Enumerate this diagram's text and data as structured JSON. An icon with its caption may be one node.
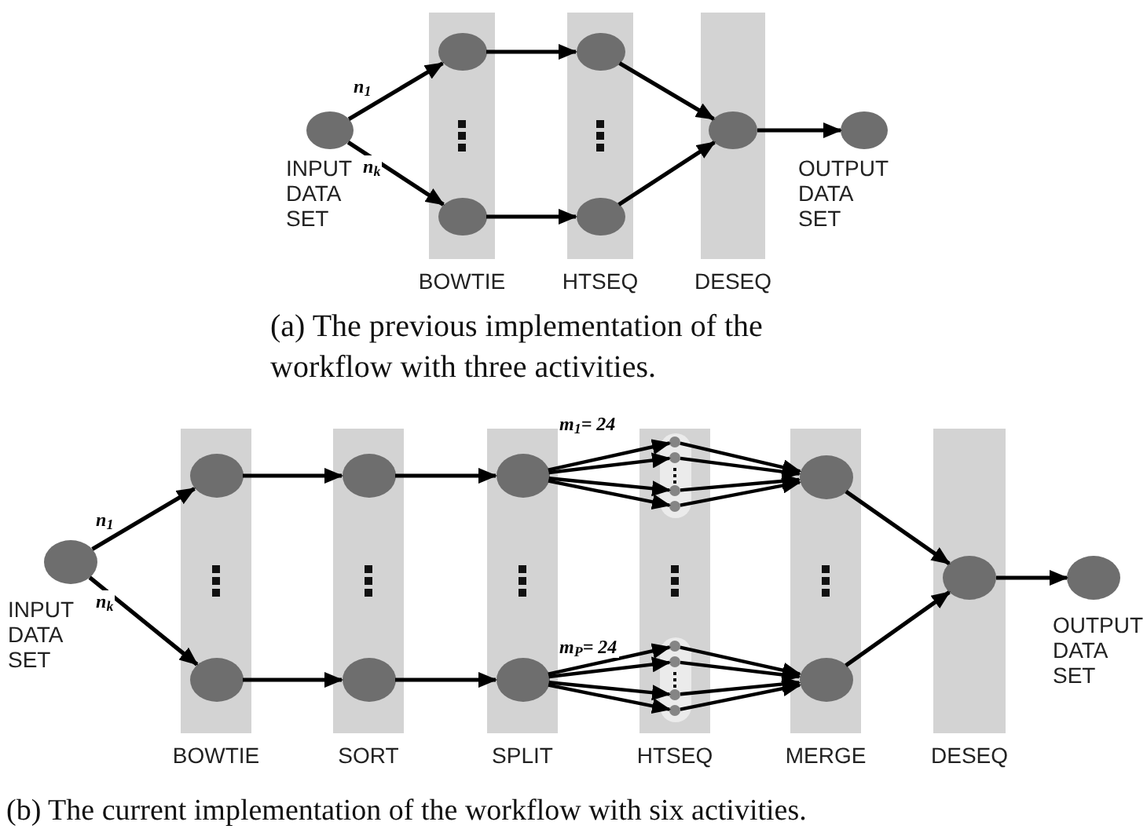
{
  "diagram": {
    "nodes": [
      {
        "text": [],
        "shape": "circle",
        "beside": [
          "INPUT DATA SET"
        ]
      },
      {
        "text": [
          "BOWTIE"
        ]
      },
      {
        "text": [],
        "shape": "circle",
        "in": 1
      },
      {
        "text": [],
        "shape": "circle",
        "in": 1
      },
      {
        "text": [
          "HTSEQ"
        ]
      },
      {
        "text": [],
        "shape": "circle",
        "in": 4
      },
      {
        "text": [],
        "shape": "circle",
        "in": 4
      },
      {
        "text": [
          "DESEQ"
        ]
      },
      {
        "text": [],
        "shape": "circle",
        "in": 7
      },
      {
        "text": [],
        "shape": "circle",
        "beside": [
          "OUTPUT DATA SET"
        ]
      },
      {
        "text": [],
        "shape": "circle",
        "beside": [
          "INPUT DATA SET"
        ]
      },
      {
        "text": [
          "BOWTIE"
        ]
      },
      {
        "text": [],
        "shape": "circle",
        "in": 11
      },
      {
        "text": [],
        "shape": "circle",
        "in": 11
      },
      {
        "text": [
          "SORT"
        ]
      },
      {
        "text": [],
        "shape": "circle",
        "in": 14
      },
      {
        "text": [],
        "shape": "circle",
        "in": 14
      },
      {
        "text": [
          "SPLIT"
        ]
      },
      {
        "text": [],
        "shape": "circle",
        "in": 17
      },
      {
        "text": [],
        "shape": "circle",
        "in": 17
      },
      {
        "text": [
          "HTSEQ"
        ]
      },
      {
        "text": [],
        "shape": "box",
        "in": 20
      },
      {
        "text": [],
        "shape": "circle",
        "in": 21
      },
      {
        "text": [],
        "shape": "circle",
        "in": 21
      },
      {
        "text": [],
        "shape": "circle",
        "in": 21
      },
      {
        "text": [],
        "shape": "circle",
        "in": 21
      },
      {
        "text": [],
        "shape": "box",
        "in": 20
      },
      {
        "text": [],
        "shape": "circle",
        "in": 26
      },
      {
        "text": [],
        "shape": "circle",
        "in": 26
      },
      {
        "text": [],
        "shape": "circle",
        "in": 26
      },
      {
        "text": [],
        "shape": "circle",
        "in": 26
      },
      {
        "text": [
          "MERGE"
        ]
      },
      {
        "text": [],
        "shape": "circle",
        "in": 31
      },
      {
        "text": [],
        "shape": "circle",
        "in": 31
      },
      {
        "text": [
          "DESEQ"
        ]
      },
      {
        "text": [],
        "shape": "circle",
        "in": 34
      },
      {
        "text": [],
        "shape": "circle",
        "beside": [
          "OUTPUT DATA SET"
        ]
      }
    ],
    "edges": [
      {
        "from": 0,
        "to": 2,
        "arrow": "to",
        "label": "n$_{1}$"
      },
      {
        "from": 0,
        "to": 3,
        "arrow": "to",
        "label": "n$_{k}$"
      },
      {
        "from": 2,
        "to": 5,
        "arrow": "to"
      },
      {
        "from": 3,
        "to": 6,
        "arrow": "to"
      },
      {
        "from": 5,
        "to": 8,
        "arrow": "to"
      },
      {
        "from": 6,
        "to": 8,
        "arrow": "to"
      },
      {
        "from": 8,
        "to": 9,
        "arrow": "to"
      },
      {
        "from": 10,
        "to": 12,
        "arrow": "to",
        "label": "n$_{1}$"
      },
      {
        "from": 10,
        "to": 13,
        "arrow": "to",
        "label": "n$_{k}$"
      },
      {
        "from": 12,
        "to": 15,
        "arrow": "to"
      },
      {
        "from": 13,
        "to": 16,
        "arrow": "to"
      },
      {
        "from": 15,
        "to": 18,
        "arrow": "to"
      },
      {
        "from": 16,
        "to": 19,
        "arrow": "to"
      },
      {
        "from": 18,
        "to": 22,
        "arrow": "to",
        "label": "m$_{1}$= 24"
      },
      {
        "from": 18,
        "to": 23,
        "arrow": "to"
      },
      {
        "from": 18,
        "to": 24,
        "arrow": "to"
      },
      {
        "from": 18,
        "to": 25,
        "arrow": "to"
      },
      {
        "from": 22,
        "to": 32,
        "arrow": "to"
      },
      {
        "from": 23,
        "to": 32,
        "arrow": "to"
      },
      {
        "from": 24,
        "to": 32,
        "arrow": "to"
      },
      {
        "from": 25,
        "to": 32,
        "arrow": "to"
      },
      {
        "from": 19,
        "to": 27,
        "arrow": "to",
        "label": "m$_{P}$= 24"
      },
      {
        "from": 19,
        "to": 28,
        "arrow": "to"
      },
      {
        "from": 19,
        "to": 29,
        "arrow": "to"
      },
      {
        "from": 19,
        "to": 30,
        "arrow": "to"
      },
      {
        "from": 27,
        "to": 33,
        "arrow": "to"
      },
      {
        "from": 28,
        "to": 33,
        "arrow": "to"
      },
      {
        "from": 29,
        "to": 33,
        "arrow": "to"
      },
      {
        "from": 30,
        "to": 33,
        "arrow": "to"
      },
      {
        "from": 32,
        "to": 35,
        "arrow": "to"
      },
      {
        "from": 33,
        "to": 35,
        "arrow": "to"
      },
      {
        "from": 35,
        "to": 36,
        "arrow": "to"
      }
    ],
    "labels": [
      "(a) The previous implementation of the workflow with three activities.",
      "(b) The current implementation of the workflow with six activities."
    ]
  }
}
